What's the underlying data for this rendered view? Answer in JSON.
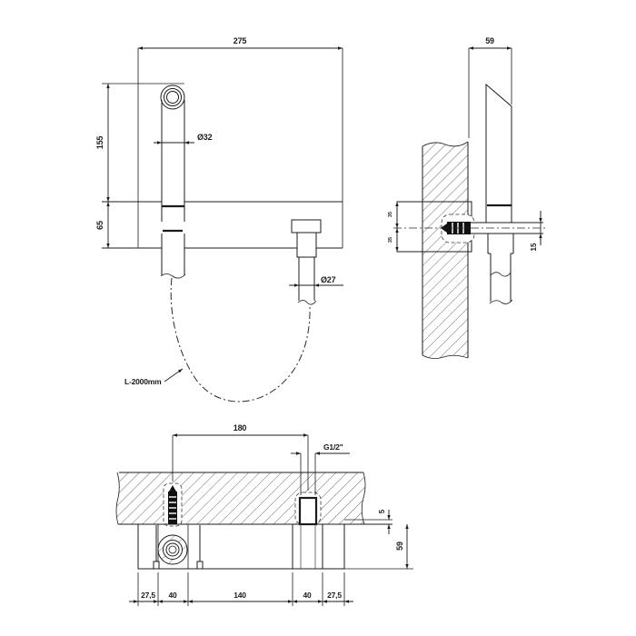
{
  "front_view": {
    "width": "275",
    "height_upper": "155",
    "height_lower": "65",
    "spout_diameter": "Ø32",
    "outlet_diameter": "Ø27",
    "hose_length": "L-2000mm"
  },
  "side_view": {
    "depth": "59",
    "holder_thickness": "15",
    "recess_upper": "35",
    "recess_lower": "35"
  },
  "plan_view": {
    "centers_distance": "180",
    "inlet_thread": "G1/2\"",
    "wall_recess": "5",
    "projection": "59",
    "segments": [
      "27,5",
      "40",
      "140",
      "40",
      "27,5"
    ]
  },
  "colors": {
    "line": "#1b1b1b",
    "background": "#ffffff"
  }
}
